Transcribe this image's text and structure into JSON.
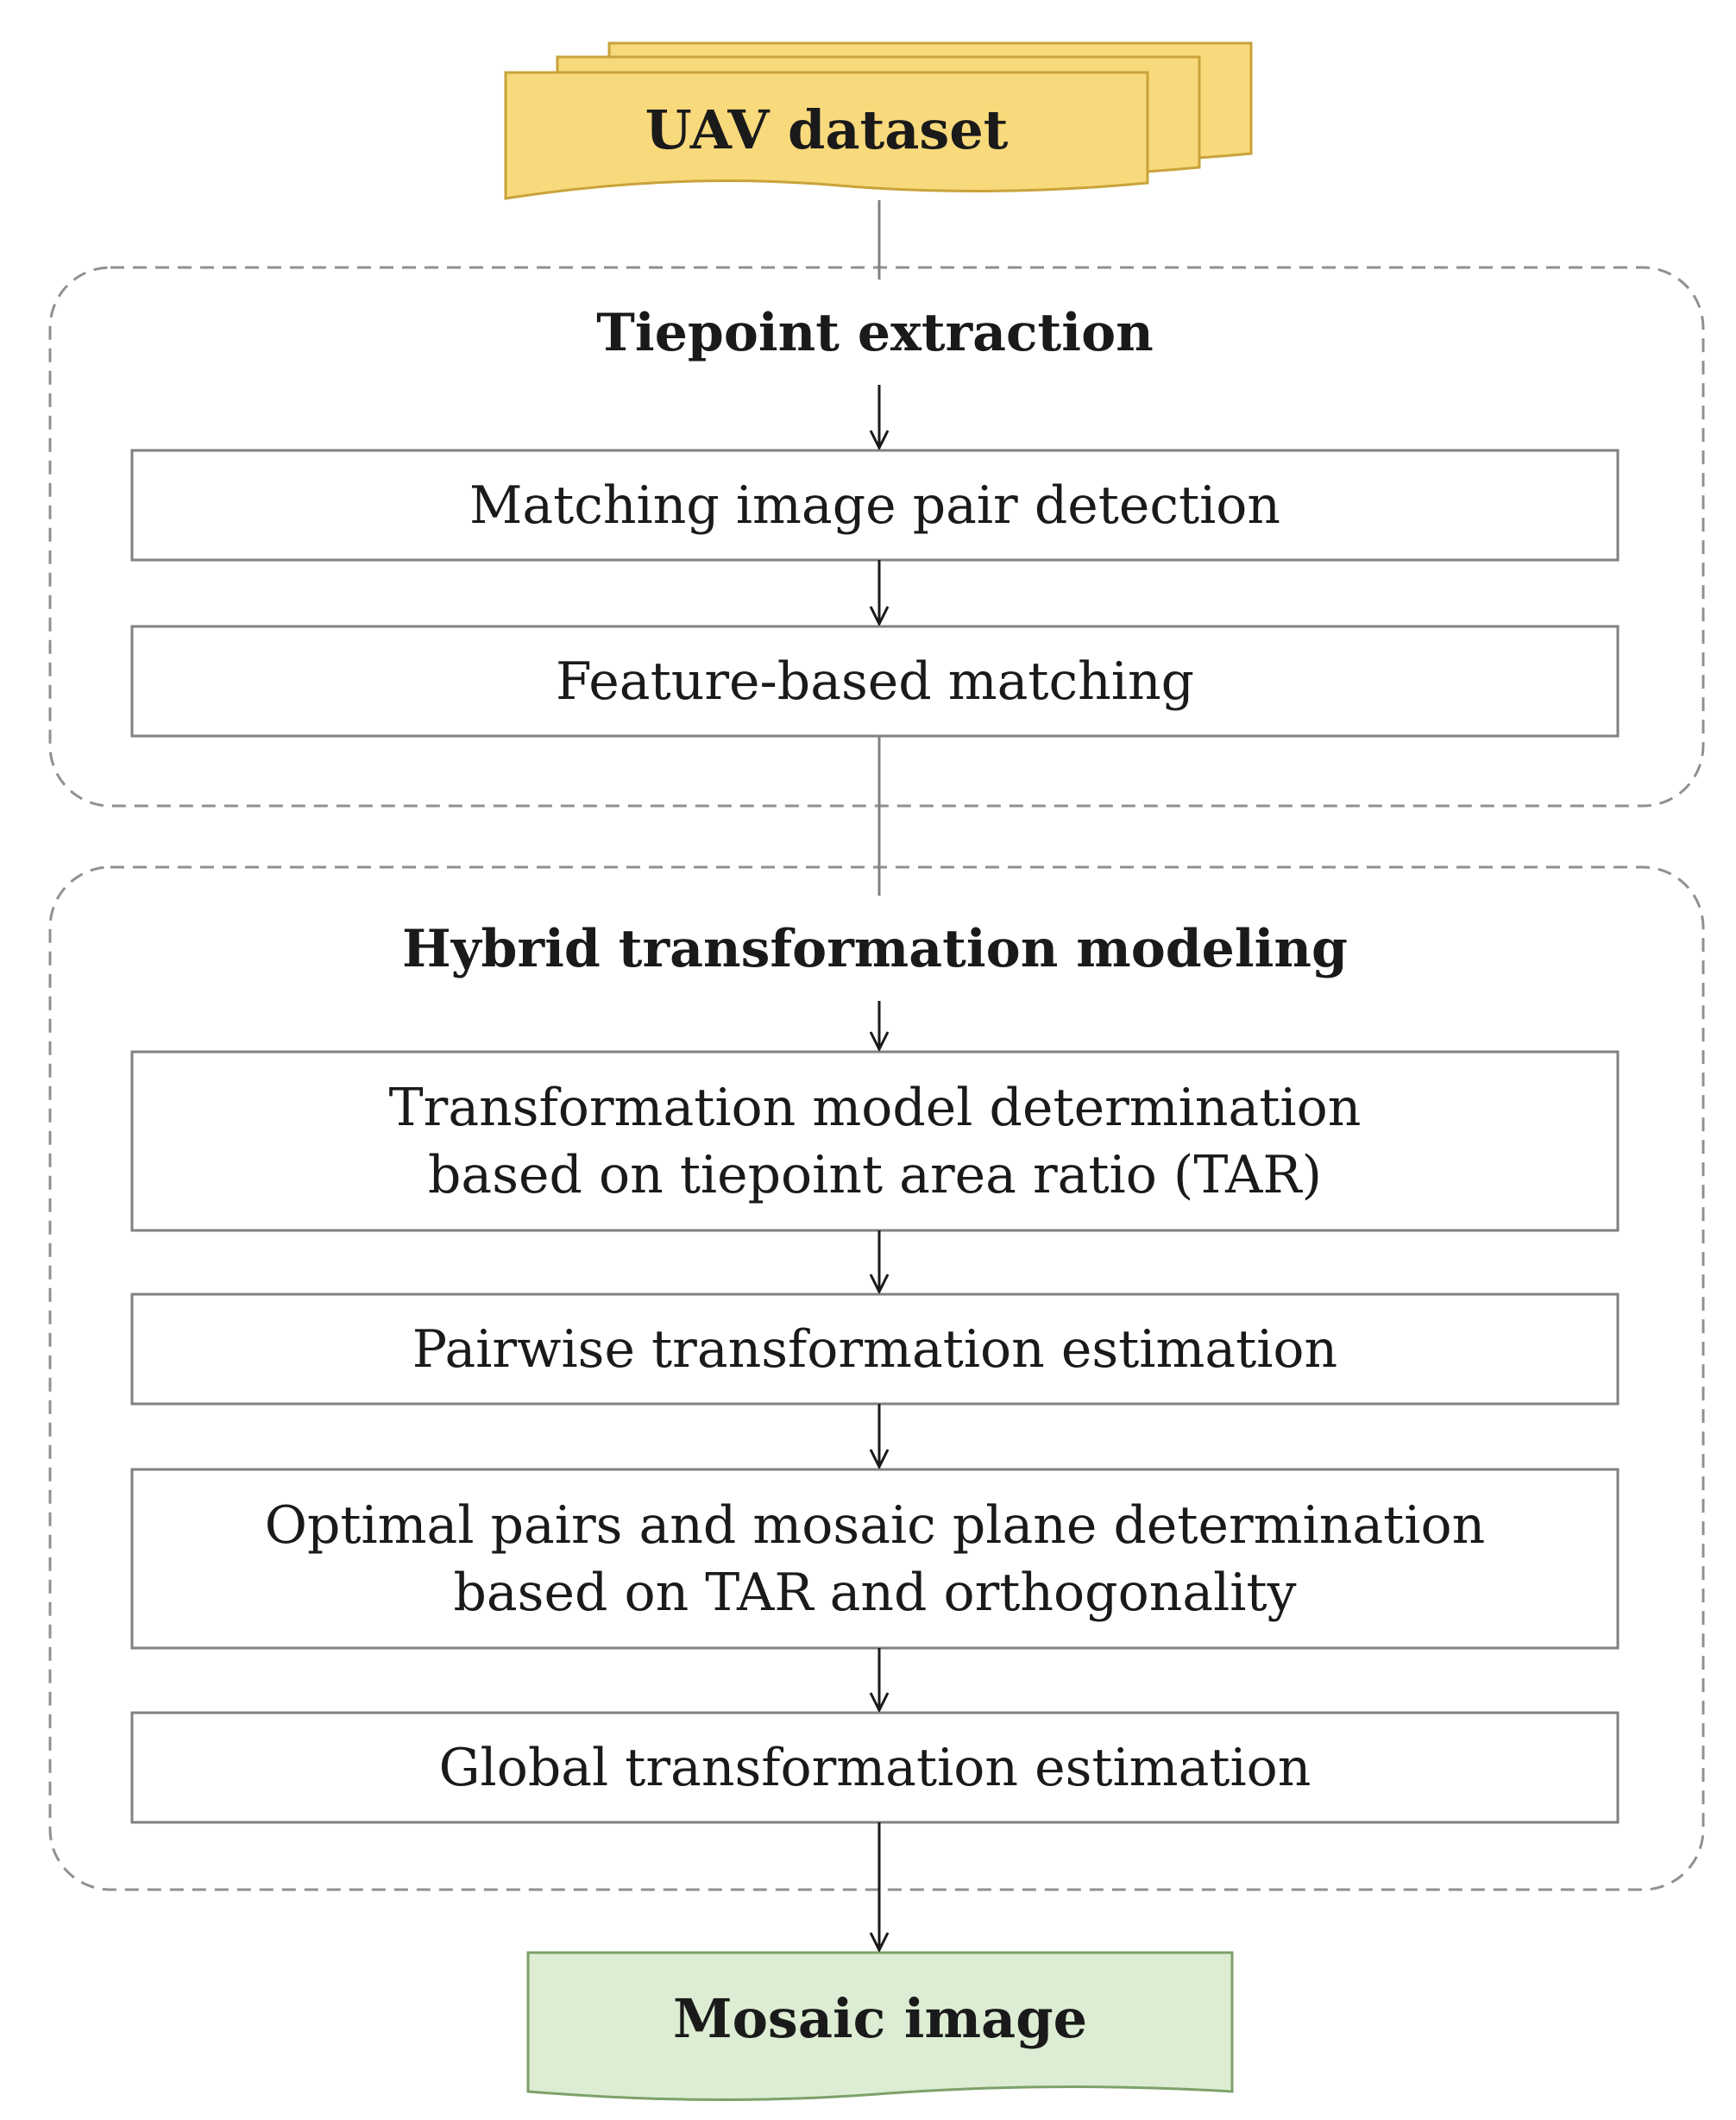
{
  "input": {
    "label": "UAV dataset"
  },
  "groups": [
    {
      "title": "Tiepoint extraction",
      "steps": [
        {
          "lines": [
            "Matching image pair detection"
          ]
        },
        {
          "lines": [
            "Feature-based matching"
          ]
        }
      ]
    },
    {
      "title": "Hybrid transformation modeling",
      "steps": [
        {
          "lines": [
            "Transformation model determination",
            "based on tiepoint area ratio (TAR)"
          ]
        },
        {
          "lines": [
            "Pairwise transformation estimation"
          ]
        },
        {
          "lines": [
            "Optimal pairs and mosaic plane determination",
            "based on TAR and orthogonality"
          ]
        },
        {
          "lines": [
            "Global transformation estimation"
          ]
        }
      ]
    }
  ],
  "output": {
    "label": "Mosaic image"
  },
  "colors": {
    "input_fill": "#f8d97c",
    "input_stroke": "#c9a33a",
    "output_fill": "#dcedd3",
    "output_stroke": "#7da16a",
    "box_stroke": "#808080",
    "group_stroke": "#909090",
    "line": "#808080",
    "arrow": "#1a1a1a"
  }
}
